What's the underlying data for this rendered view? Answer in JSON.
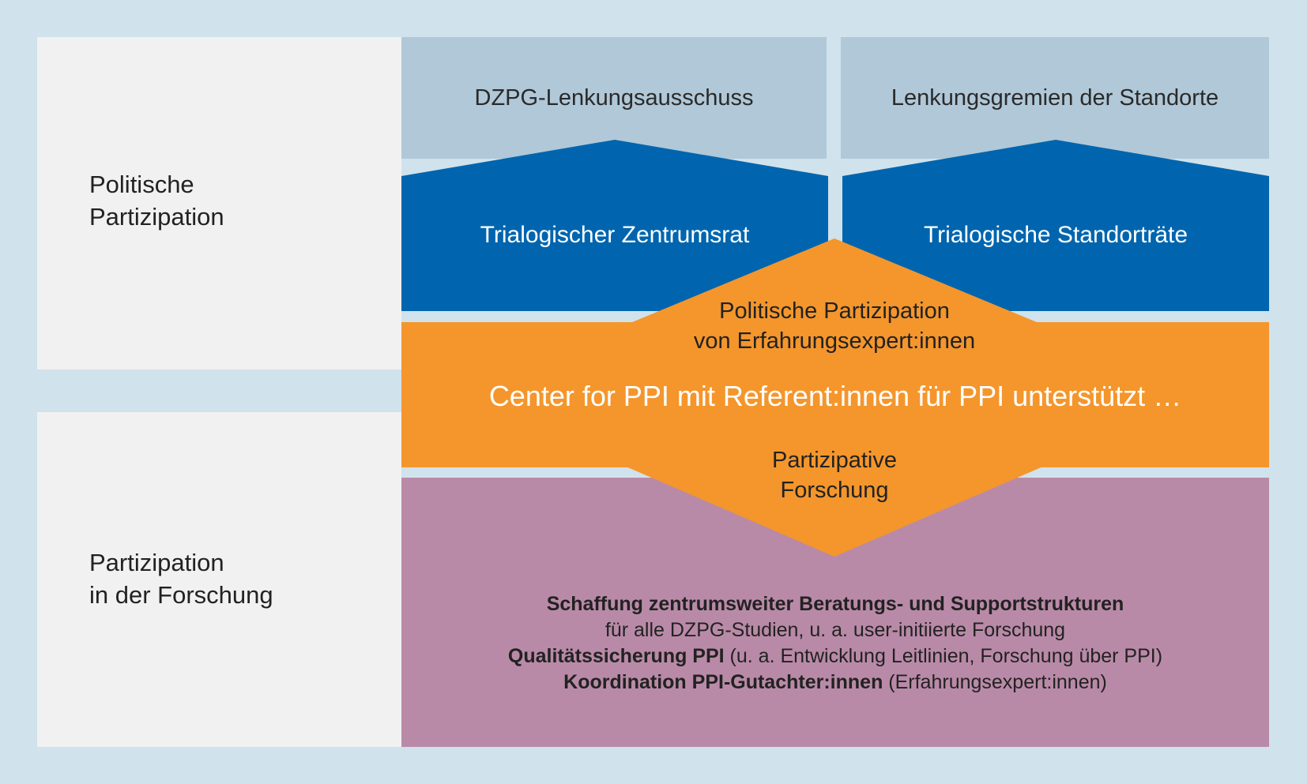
{
  "left_labels": {
    "politische": [
      "Politische",
      "Partizipation"
    ],
    "forschung": [
      "Partizipation",
      "in der Forschung"
    ]
  },
  "top_boxes": {
    "left": "DZPG-Lenkungsausschuss",
    "right": "Lenkungsgremien der Standorte"
  },
  "councils": {
    "left": "Trialogischer Zentrumsrat",
    "right": "Trialogische Standorträte"
  },
  "center": {
    "political_line1": "Politische Partizipation",
    "political_line2": "von Erfahrungsexpert:innen",
    "main": "Center for PPI mit Referent:innen für PPI unterstützt …",
    "research_line1": "Partizipative",
    "research_line2": "Forschung"
  },
  "support": {
    "line1_bold": "Schaffung zentrumsweiter Beratungs- und Supportstrukturen",
    "line2": "für alle DZPG-Studien, u. a. user-initiierte Forschung",
    "line3_bold": "Qualitätssicherung PPI",
    "line3_rest": " (u. a. Entwicklung Leitlinien, Forschung über PPI)",
    "line4_bold": "Koordination PPI-Gutachter:innen",
    "line4_rest": " (Erfahrungsexpert:innen)"
  },
  "colors": {
    "background": "#d0e2ec",
    "panel": "#f1f1f1",
    "gremium": "#b0c8d8",
    "council_blue": "#0065ae",
    "orange": "#f4962c",
    "purple": "#b98aa7"
  }
}
